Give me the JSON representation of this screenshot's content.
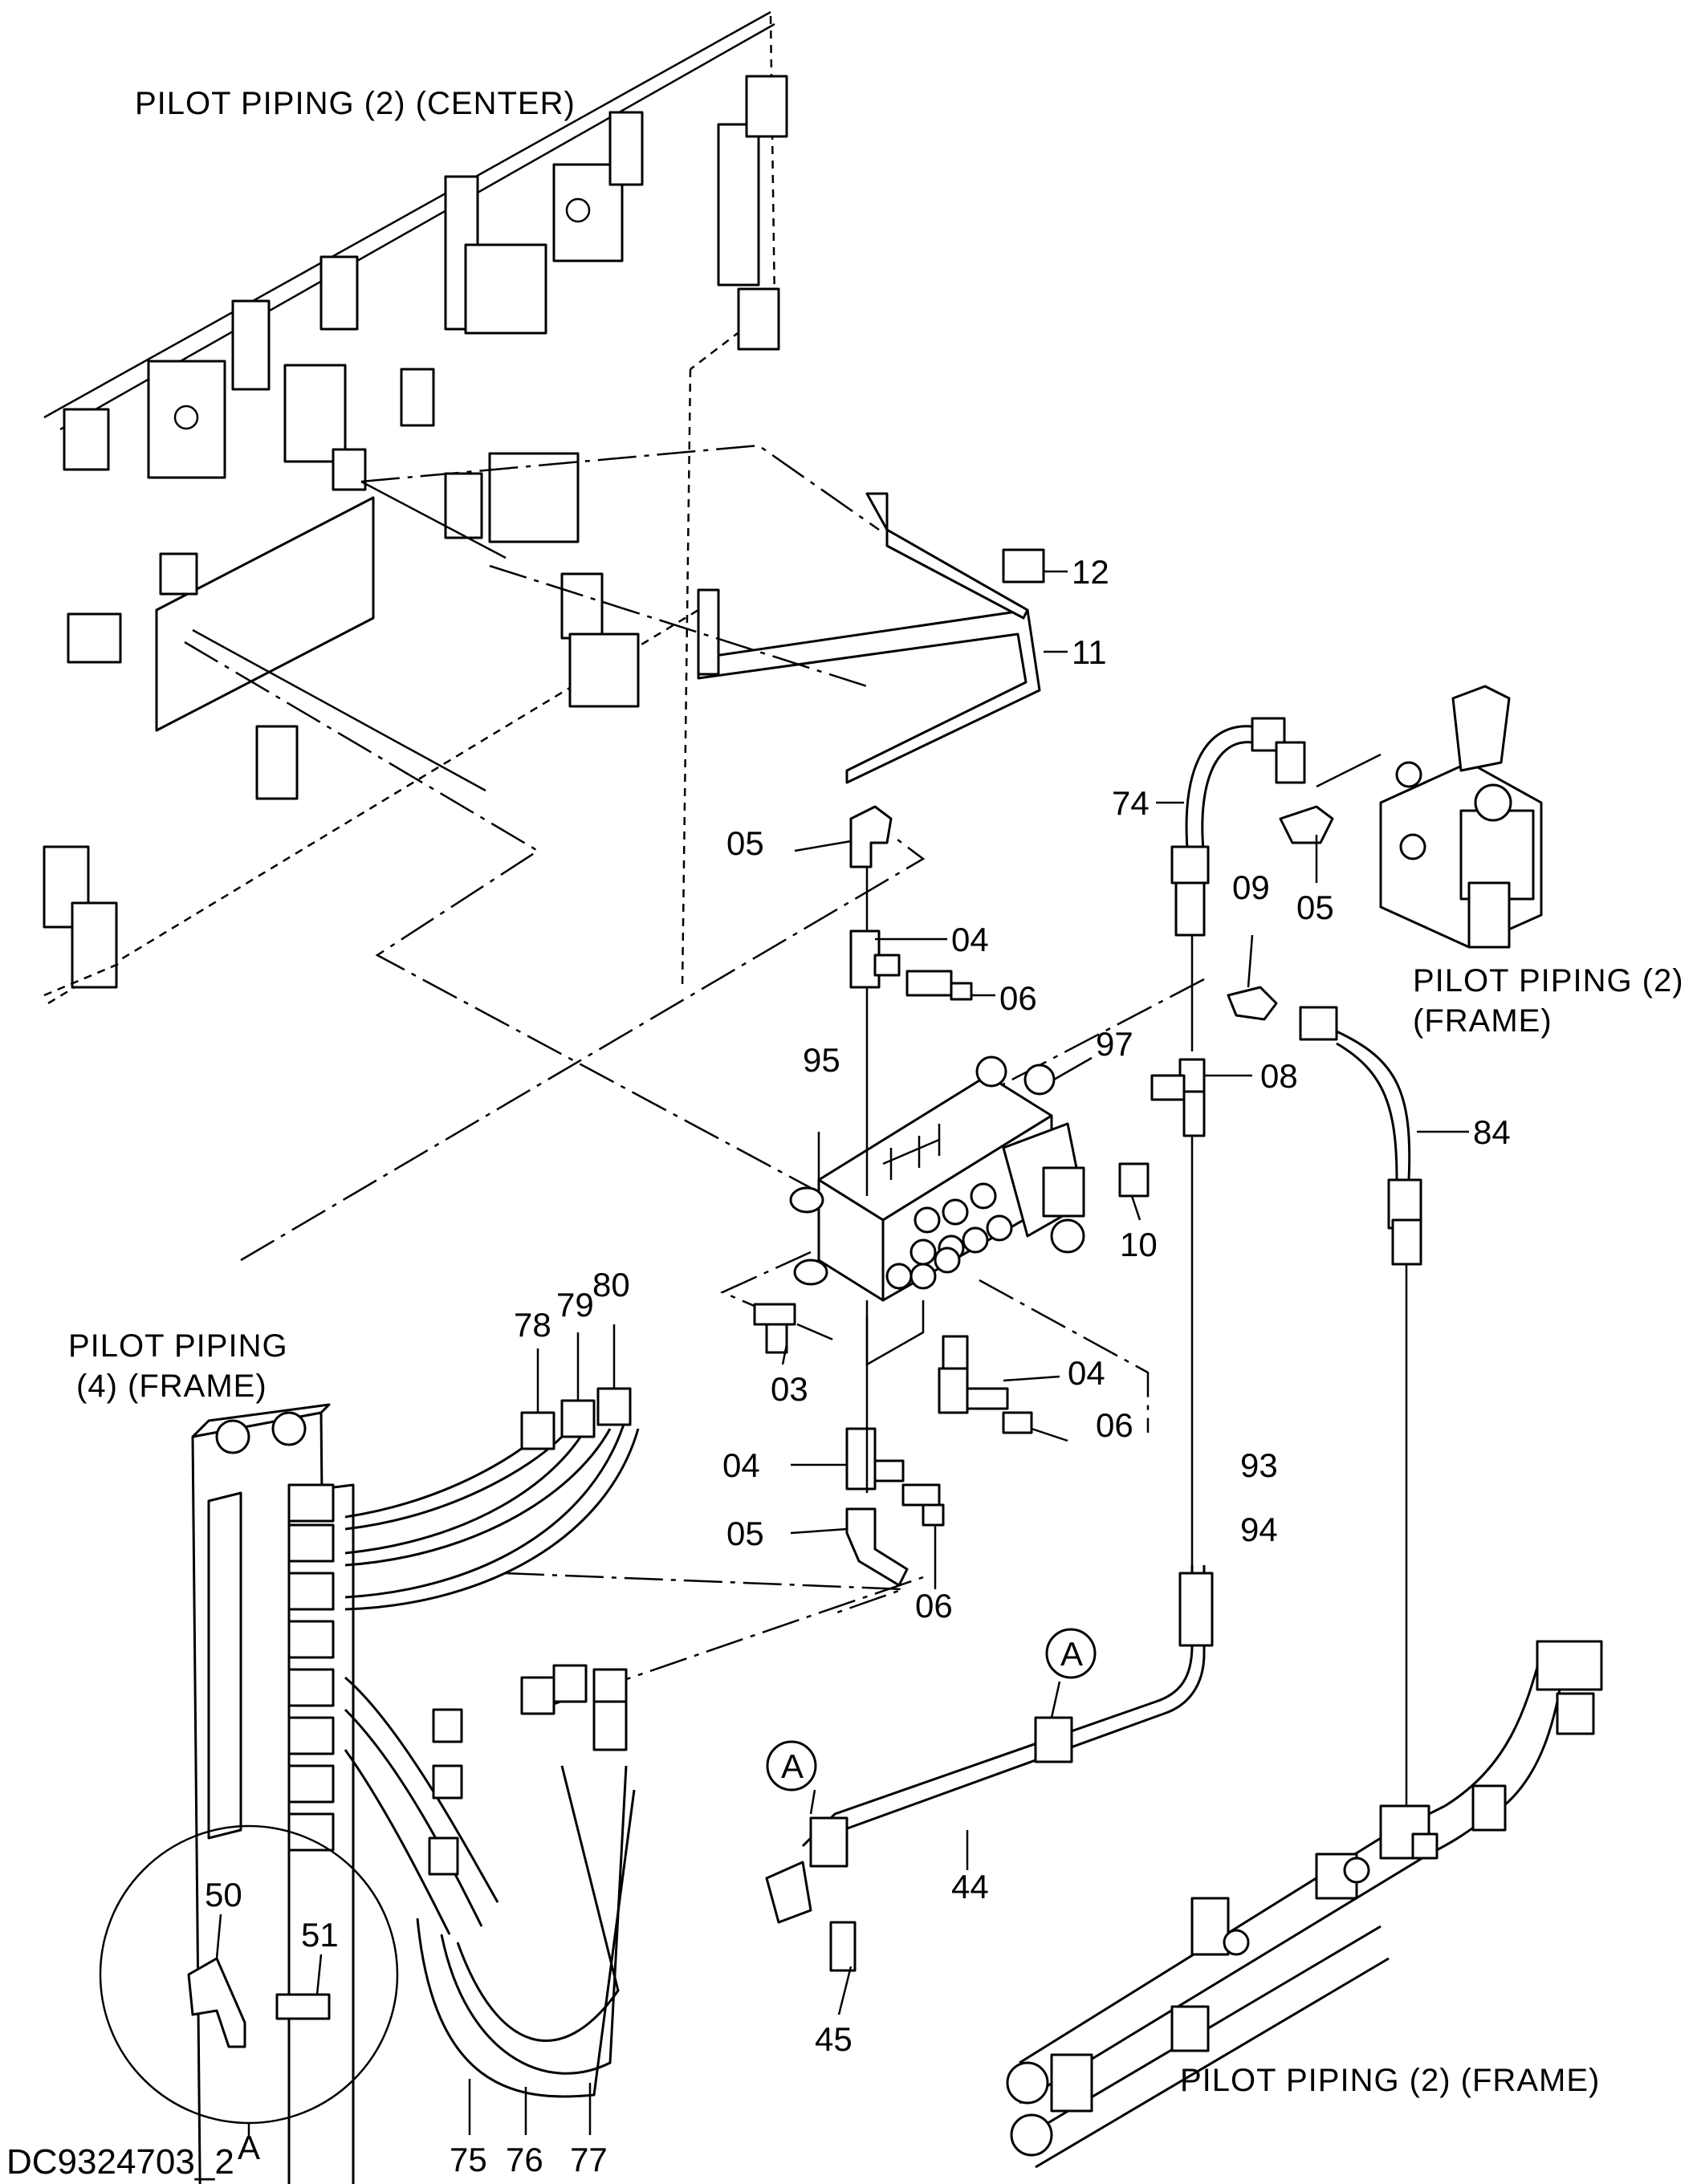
{
  "titles": {
    "center": "PILOT  PIPING  (2) (CENTER)",
    "frame2_line1": "PILOT  PIPING  (2)",
    "frame2_line2": "(FRAME)",
    "frame4_line1": "PILOT  PIPING",
    "frame4_line2": "(4) (FRAME)",
    "frame2_bottom": "PILOT  PIPING  (2) (FRAME)"
  },
  "labels": {
    "p12": "12",
    "p11": "11",
    "p05a": "05",
    "p04a": "04",
    "p06a": "06",
    "p97": "97",
    "p95": "95",
    "p74": "74",
    "p05b": "05",
    "p09": "09",
    "p08": "08",
    "p84": "84",
    "p10": "10",
    "p80": "80",
    "p79": "79",
    "p78": "78",
    "p03": "03",
    "p04b": "04",
    "p06b": "06",
    "p04c": "04",
    "p93": "93",
    "p05c": "05",
    "p94": "94",
    "p06c": "06",
    "p44": "44",
    "p45": "45",
    "p50": "50",
    "p51": "51",
    "p75": "75",
    "p76": "76",
    "p77": "77",
    "ref_a1": "A",
    "ref_a2": "A",
    "ref_a_detail": "A"
  },
  "drawing_code": "DC9324703_2"
}
